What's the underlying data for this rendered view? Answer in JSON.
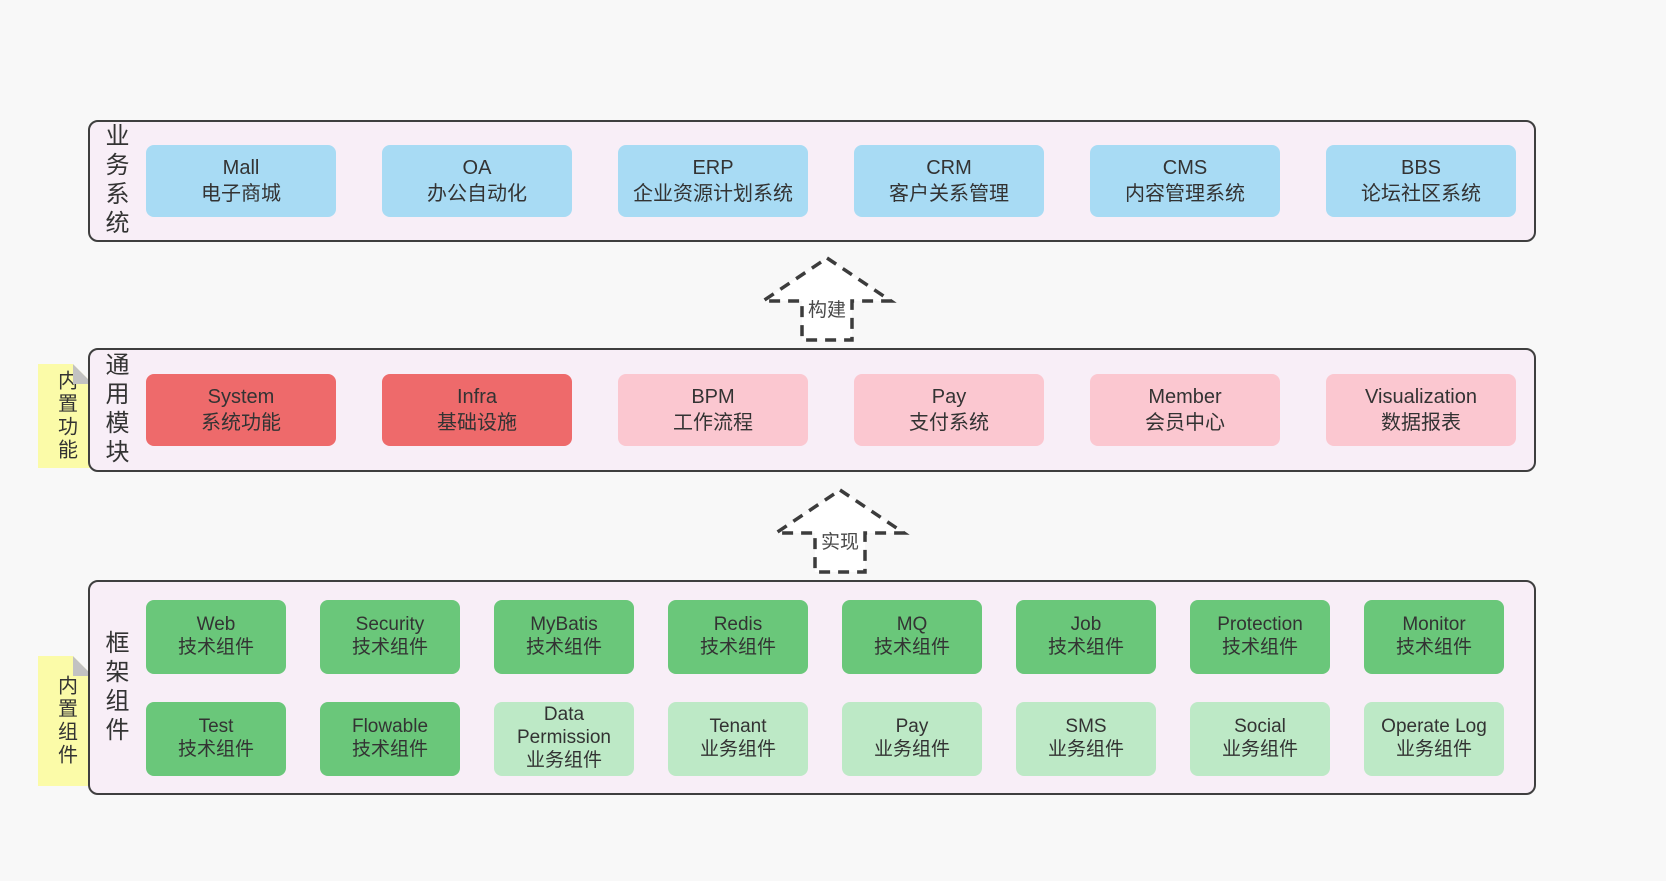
{
  "colors": {
    "page_bg": "#f8f8f8",
    "panel_bg": "#f8eef7",
    "panel_border": "#3f3f3f",
    "blue": "#a8dbf4",
    "red": "#ee6a6b",
    "pink": "#fbc7d0",
    "green": "#6ac77a",
    "light_green": "#bde9c6",
    "sticky_yellow": "#fbfba8",
    "sticky_fold": "#c2c2c2",
    "text": "#333333"
  },
  "arrows": {
    "build": "构建",
    "implement": "实现"
  },
  "business_layer": {
    "label": "业务系统",
    "boxes": [
      {
        "title": "Mall",
        "subtitle": "电子商城"
      },
      {
        "title": "OA",
        "subtitle": "办公自动化"
      },
      {
        "title": "ERP",
        "subtitle": "企业资源计划系统"
      },
      {
        "title": "CRM",
        "subtitle": "客户关系管理"
      },
      {
        "title": "CMS",
        "subtitle": "内容管理系统"
      },
      {
        "title": "BBS",
        "subtitle": "论坛社区系统"
      }
    ]
  },
  "module_layer": {
    "sticky": "内置功能",
    "label": "通用模块",
    "boxes": [
      {
        "title": "System",
        "subtitle": "系统功能",
        "variant": "red"
      },
      {
        "title": "Infra",
        "subtitle": "基础设施",
        "variant": "red"
      },
      {
        "title": "BPM",
        "subtitle": "工作流程",
        "variant": "pink"
      },
      {
        "title": "Pay",
        "subtitle": "支付系统",
        "variant": "pink"
      },
      {
        "title": "Member",
        "subtitle": "会员中心",
        "variant": "pink"
      },
      {
        "title": "Visualization",
        "subtitle": "数据报表",
        "variant": "pink"
      }
    ]
  },
  "component_layer": {
    "sticky": "内置组件",
    "label": "框架组件",
    "row1": [
      {
        "title": "Web",
        "subtitle": "技术组件",
        "variant": "green"
      },
      {
        "title": "Security",
        "subtitle": "技术组件",
        "variant": "green"
      },
      {
        "title": "MyBatis",
        "subtitle": "技术组件",
        "variant": "green"
      },
      {
        "title": "Redis",
        "subtitle": "技术组件",
        "variant": "green"
      },
      {
        "title": "MQ",
        "subtitle": "技术组件",
        "variant": "green"
      },
      {
        "title": "Job",
        "subtitle": "技术组件",
        "variant": "green"
      },
      {
        "title": "Protection",
        "subtitle": "技术组件",
        "variant": "green"
      },
      {
        "title": "Monitor",
        "subtitle": "技术组件",
        "variant": "green"
      }
    ],
    "row2": [
      {
        "title": "Test",
        "subtitle": "技术组件",
        "variant": "green"
      },
      {
        "title": "Flowable",
        "subtitle": "技术组件",
        "variant": "green"
      },
      {
        "title": "Data Permission",
        "subtitle": "业务组件",
        "variant": "lightgreen"
      },
      {
        "title": "Tenant",
        "subtitle": "业务组件",
        "variant": "lightgreen"
      },
      {
        "title": "Pay",
        "subtitle": "业务组件",
        "variant": "lightgreen"
      },
      {
        "title": "SMS",
        "subtitle": "业务组件",
        "variant": "lightgreen"
      },
      {
        "title": "Social",
        "subtitle": "业务组件",
        "variant": "lightgreen"
      },
      {
        "title": "Operate Log",
        "subtitle": "业务组件",
        "variant": "lightgreen"
      }
    ]
  }
}
